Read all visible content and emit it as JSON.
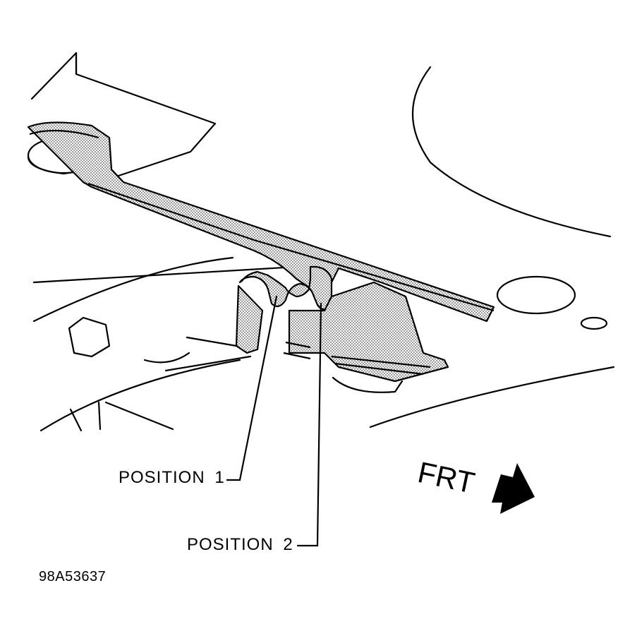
{
  "labels": {
    "position_1": "POSITION 1",
    "position_2": "POSITION 2",
    "front": "FRT",
    "figure_id": "98A53637"
  },
  "colors": {
    "line": "#000000",
    "stipple": "#b0b0b0",
    "background": "#ffffff"
  },
  "icons": {
    "front_arrow": "front-direction-arrow-icon"
  }
}
